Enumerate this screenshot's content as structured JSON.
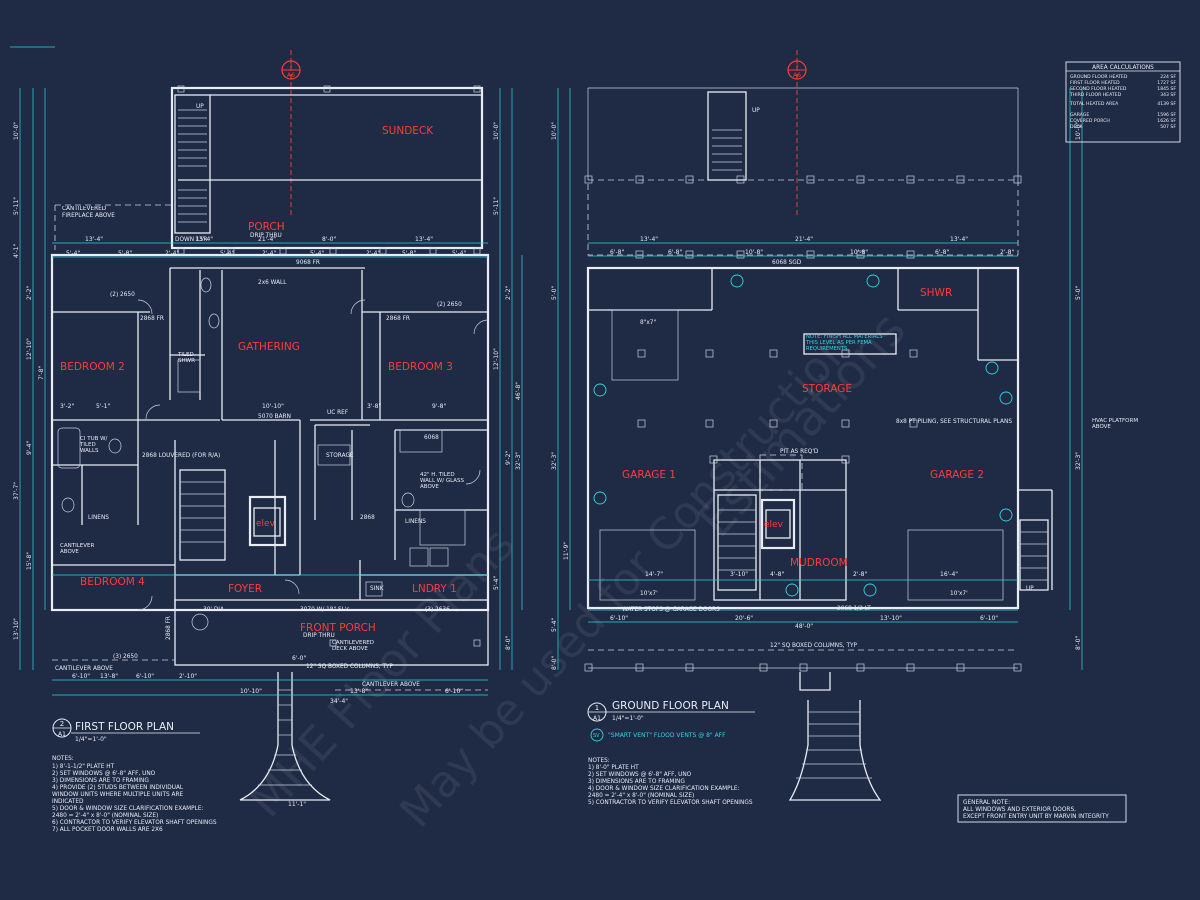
{
  "colors": {
    "background": "#1f2a44",
    "lines": "#e8ecf5",
    "dimensions": "#2fd7e0",
    "rooms": "#ff3b3b"
  },
  "area_calc": {
    "title": "AREA CALCULATIONS",
    "rows": [
      {
        "label": "GROUND FLOOR HEATED",
        "value": "224 SF"
      },
      {
        "label": "FIRST FLOOR HEATED",
        "value": "1727 SF"
      },
      {
        "label": "SECOND FLOOR HEATED",
        "value": "1845 SF"
      },
      {
        "label": "THIRD FLOOR HEATED",
        "value": "343 SF"
      }
    ],
    "total": {
      "label": "TOTAL HEATED AREA",
      "value": "4139 SF"
    },
    "extra": [
      {
        "label": "GARAGE",
        "value": "1596 SF"
      },
      {
        "label": "COVERED PORCH",
        "value": "1626 SF"
      },
      {
        "label": "DECK",
        "value": "507 SF"
      }
    ]
  },
  "section_markers": [
    {
      "number": "1",
      "sheet": "A6"
    },
    {
      "number": "1",
      "sheet": "A6"
    }
  ],
  "first_floor": {
    "title": "FIRST FLOOR PLAN",
    "number": "2",
    "sheet": "A1",
    "scale": "1/4\"=1'-0\"",
    "rooms": [
      "SUNDECK",
      "PORCH",
      "GATHERING",
      "BEDROOM 2",
      "BEDROOM 3",
      "BEDROOM 4",
      "FOYER",
      "FRONT PORCH",
      "LNDRY 1"
    ],
    "labels": {
      "drip_thru": "DRIP THRU",
      "drip_thru_front": "DRIP THRU",
      "fireplace": "CANTILEVERED FIREPLACE ABOVE",
      "up": "UP",
      "down": "DOWN 15R",
      "wall": "2x6 WALL",
      "fr": "9068 FR",
      "barn": "5070 BARN",
      "louvered": "2868 LOUVERED (FOR R/A)",
      "tub": "CI TUB W/ TILED WALLS",
      "tiled_shwr": "TILED SHWR",
      "tiled_wall": "42\" H. TILED WALL W/ GLASS ABOVE",
      "linens": "LINENS",
      "linens_2": "LINENS",
      "storage": "STORAGE",
      "uc_ref": "UC REF",
      "elev": "elev",
      "sink": "SINK",
      "dia": "30' DIA",
      "front_door": "3070 W/ 18\" SL's",
      "cantilever_deck": "CANTILEVERED DECK ABOVE",
      "columns": "12\" SQ BOXED COLUMNS, TYP",
      "cantilever_above": "CANTILEVER ABOVE",
      "cantilever_above_2": "CANTILEVER ABOVE",
      "cantilever_above_3": "CANTILEVER ABOVE",
      "w2650a": "(2) 2650",
      "w2650b": "(2) 2650",
      "w2650c": "(3) 2650",
      "w2636": "(3) 2636",
      "d2868fr": "2868 FR",
      "d2868fr2": "2868 FR",
      "d2868fr3": "2868 FR",
      "d6068": "6068",
      "d2868": "2868"
    },
    "dims": {
      "top_a": "13'-4\"",
      "top_b": "13'-4\"",
      "top_c": "21'-4\"",
      "top_d": "8'-0\"",
      "top_e": "13'-4\"",
      "row2": [
        "5'-4\"",
        "5'-8\"",
        "2'-4\"",
        "5'-4\"",
        "2'-4\"",
        "5'-4\"",
        "2'-4\"",
        "5'-8\"",
        "5'-4\""
      ],
      "mid_a": "10'-10\"",
      "mid_b": "5'-1\"",
      "mid_c": "3'-2\"",
      "mid_d": "3'-8\"",
      "mid_e": "9'-8\"",
      "bot": [
        "6'-10\"",
        "6'-10\"",
        "2'-10\"",
        "10'-10\"",
        "13'-8\"",
        "6'-10\""
      ],
      "bot2": [
        "13'-8\"",
        "6'-0\"",
        "34'-4\"",
        "11'-1\""
      ],
      "left": [
        "10'-0\"",
        "5'-11\"",
        "4'-1\"",
        "2'-2\"",
        "12'-10\"",
        "7'-8\"",
        "9'-4\"",
        "37'-7\"",
        "15'-8\"",
        "13'-10\""
      ],
      "right": [
        "10'-0\"",
        "5'-11\"",
        "2'-2\"",
        "12'-10\"",
        "46'-8\"",
        "9'-2\"",
        "32'-3\"",
        "8'-0\"",
        "5'-4\""
      ]
    },
    "notes_title": "NOTES:",
    "notes": [
      "1) 8'-1-1/2\" PLATE HT",
      "2) SET WINDOWS @ 6'-8\" AFF, UNO",
      "3) DIMENSIONS ARE TO FRAMING",
      "4) PROVIDE (2) STUDS BETWEEN INDIVIDUAL",
      "    WINDOW UNITS WHERE MULTIPLE UNITS ARE",
      "    INDICATED",
      "5) DOOR & WINDOW SIZE CLARIFICATION EXAMPLE:",
      "    2480 = 2'-4\" x 8'-0\" (NOMINAL SIZE)",
      "6) CONTRACTOR TO VERIFY ELEVATOR SHAFT OPENINGS",
      "7) ALL POCKET DOOR WALLS ARE 2X6"
    ]
  },
  "ground_floor": {
    "title": "GROUND FLOOR PLAN",
    "number": "1",
    "sheet": "A1",
    "scale": "1/4\"=1'-0\"",
    "rooms": [
      "SHWR",
      "STORAGE",
      "GARAGE 1",
      "GARAGE 2",
      "MUDROOM"
    ],
    "labels": {
      "door": "6068 SGD",
      "note": "NOTE: FINISH ALL MATERIALS THIS LEVEL AS PER FEMA REQUIREMENTS",
      "piling": "8x8 PT PILING, SEE STRUCTURAL PLANS",
      "hvac": "HVAC PLATFORM ABOVE",
      "pit": "PIT AS REQ'D",
      "elev": "elev",
      "water_stops": "WATER STOPS @ GARAGE DOORS",
      "lt": "2068 1/2 LT",
      "columns": "12\" SQ BOXED COLUMNS, TYP",
      "up": "UP",
      "up2": "UP",
      "sv": "SV",
      "slab": "8\"x7\"",
      "garage_door_a": "10'x7'",
      "garage_door_b": "10'x7'"
    },
    "dims": {
      "top": [
        "13'-4\"",
        "21'-4\"",
        "13'-4\""
      ],
      "row2": [
        "6'-8\"",
        "6'-8\"",
        "10'-8\"",
        "10'-8\"",
        "6'-8\"",
        "2'-8\""
      ],
      "bottom": [
        "6'-10\"",
        "20'-6\"",
        "13'-10\"",
        "6'-10\""
      ],
      "total": "48'-0\"",
      "inner": [
        "14'-7\"",
        "3'-10\"",
        "4'-8\"",
        "2'-8\"",
        "16'-4\""
      ],
      "left": [
        "10'-0\"",
        "5'-0\"",
        "32'-3\"",
        "11'-9\"",
        "5'-4\"",
        "8'-0\""
      ],
      "right": [
        "10'-0\"",
        "5'-0\"",
        "32'-3\"",
        "8'-0\""
      ]
    },
    "legend": "\"SMART VENT\" FLOOD VENTS @ 8\" AFF",
    "notes_title": "NOTES:",
    "notes": [
      "1) 8'-0\" PLATE HT",
      "2) SET WINDOWS @ 6'-8\" AFF, UNO",
      "3) DIMENSIONS ARE TO FRAMING",
      "4) DOOR & WINDOW SIZE CLARIFICATION EXAMPLE:",
      "    2480 = 2'-4\" x 8'-0\" (NOMINAL SIZE)",
      "5) CONTRACTOR TO VERIFY ELEVATOR SHAFT OPENINGS"
    ]
  },
  "general_note": {
    "title": "GENERAL NOTE:",
    "lines": [
      "ALL WINDOWS AND EXTERIOR DOORS,",
      "EXCEPT FRONT ENTRY UNIT BY MARVIN INTEGRITY"
    ]
  },
  "watermark": [
    "May be used for Construction",
    "Estimations",
    "MHE Floor Plans"
  ]
}
